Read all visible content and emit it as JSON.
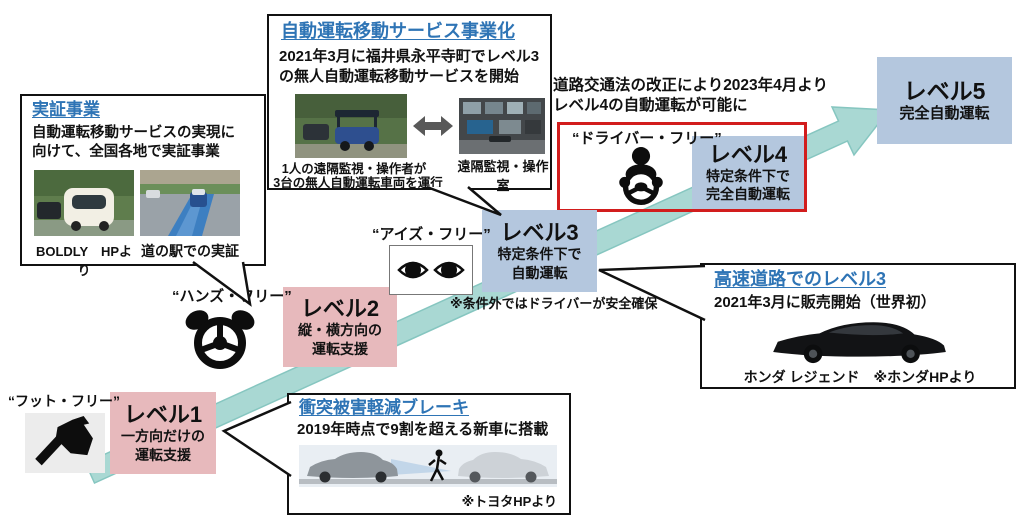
{
  "colors": {
    "pink": "#e7b9bc",
    "level_blue": "#b4c7de",
    "arrow_teal": "#a9d8d3",
    "highlight_red": "#d21d1d",
    "title_blue": "#2e74b5"
  },
  "levels": [
    {
      "name": "レベル1",
      "desc1": "一方向だけの",
      "desc2": "運転支援",
      "free": "“フット・フリー”"
    },
    {
      "name": "レベル2",
      "desc1": "縦・横方向の",
      "desc2": "運転支援",
      "free": "“ハンズ・フリー”"
    },
    {
      "name": "レベル3",
      "desc1": "特定条件下で",
      "desc2": "自動運転",
      "free": "“アイズ・フリー”",
      "note": "※条件外ではドライバーが安全確保"
    },
    {
      "name": "レベル4",
      "desc1": "特定条件下で",
      "desc2": "完全自動運転",
      "free": "“ドライバー・フリー”"
    },
    {
      "name": "レベル5",
      "desc1": "完全自動運転"
    }
  ],
  "law_note": {
    "line1": "道路交通法の改正により2023年4月より",
    "line2": "レベル4の自動運転が可能に"
  },
  "callouts": {
    "demo": {
      "title": "実証事業",
      "body1": "自動運転移動サービスの実現に",
      "body2": "向けて、全国各地で実証事業",
      "caption_left": "BOLDLY　HPより",
      "caption_right": "道の駅での実証"
    },
    "service": {
      "title": "自動運転移動サービス事業化",
      "body1": "2021年3月に福井県永平寺町でレベル3",
      "body2": "の無人自動運転移動サービスを開始",
      "caption_left1": "1人の遠隔監視・操作者が",
      "caption_left2": "3台の無人自動運転車両を運行",
      "caption_right": "遠隔監視・操作室"
    },
    "brake": {
      "title": "衝突被害軽減ブレーキ",
      "body": "2019年時点で9割を超える新車に搭載",
      "caption": "※トヨタHPより"
    },
    "highway": {
      "title": "高速道路でのレベル3",
      "body": "2021年3月に販売開始（世界初）",
      "caption": "ホンダ レジェンド　※ホンダHPより"
    }
  }
}
